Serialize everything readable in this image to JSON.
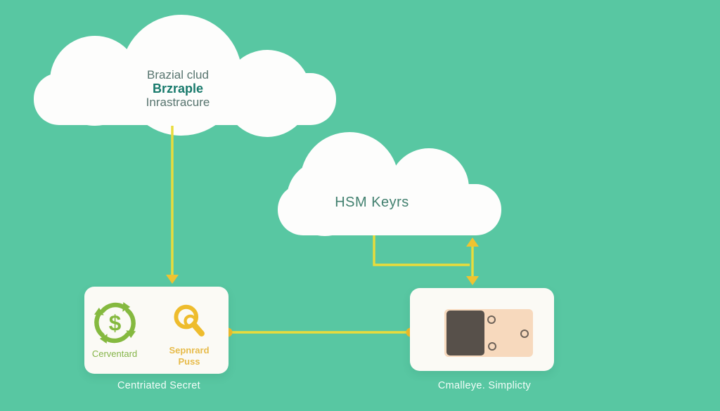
{
  "colors": {
    "background": "#58c7a2",
    "cloud_fill": "#fdfdfc",
    "box_fill": "#fbfaf5",
    "connector_yellow": "#e9dc3b",
    "connector_gold": "#f0c330",
    "dot_gold": "#f0bb2b",
    "teal_bold_text": "#17796b",
    "muted_teal_text": "#57746e",
    "green_accent": "#85b448",
    "gold_accent": "#e8ba3a",
    "caption_white": "#f2fdf8",
    "card_peach": "#f7d9bd",
    "card_dark": "#57504a"
  },
  "cloud_left": {
    "line1": "Brazial clud",
    "line2": "Brzraple",
    "line3": "Inrastracure"
  },
  "cloud_right": {
    "label": "HSM Keyrs"
  },
  "box_left": {
    "item1_label": "Cerventard",
    "item2_line1": "Sepnrard",
    "item2_line2": "Puss",
    "caption": "Centriated Secret"
  },
  "box_right": {
    "caption": "Cmalleye. Simplicty"
  },
  "icons": {
    "dollar_symbol": "$",
    "sync_dollar": "sync-dollar-icon",
    "magnifier": "magnifier-icon",
    "hsm_card": "hsm-card-icon"
  }
}
